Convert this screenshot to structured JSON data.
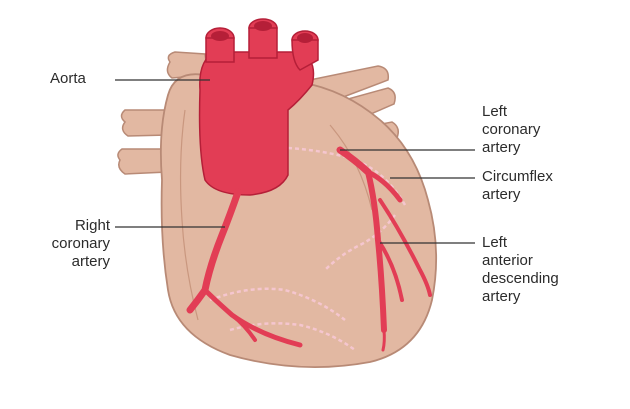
{
  "colors": {
    "heart_fill": "#e2b8a2",
    "heart_outline": "#b88a76",
    "artery_fill": "#e23d55",
    "artery_dark": "#b51f38",
    "vein_dash": "#f5c6cf",
    "leader_line": "#333333"
  },
  "labels": {
    "aorta": {
      "lines": [
        "Aorta"
      ]
    },
    "right_coronary": {
      "lines": [
        "Right",
        "coronary",
        "artery"
      ]
    },
    "left_coronary": {
      "lines": [
        "Left",
        "coronary",
        "artery"
      ]
    },
    "circumflex": {
      "lines": [
        "Circumflex",
        "artery"
      ]
    },
    "lad": {
      "lines": [
        "Left",
        "anterior",
        "descending",
        "artery"
      ]
    }
  }
}
